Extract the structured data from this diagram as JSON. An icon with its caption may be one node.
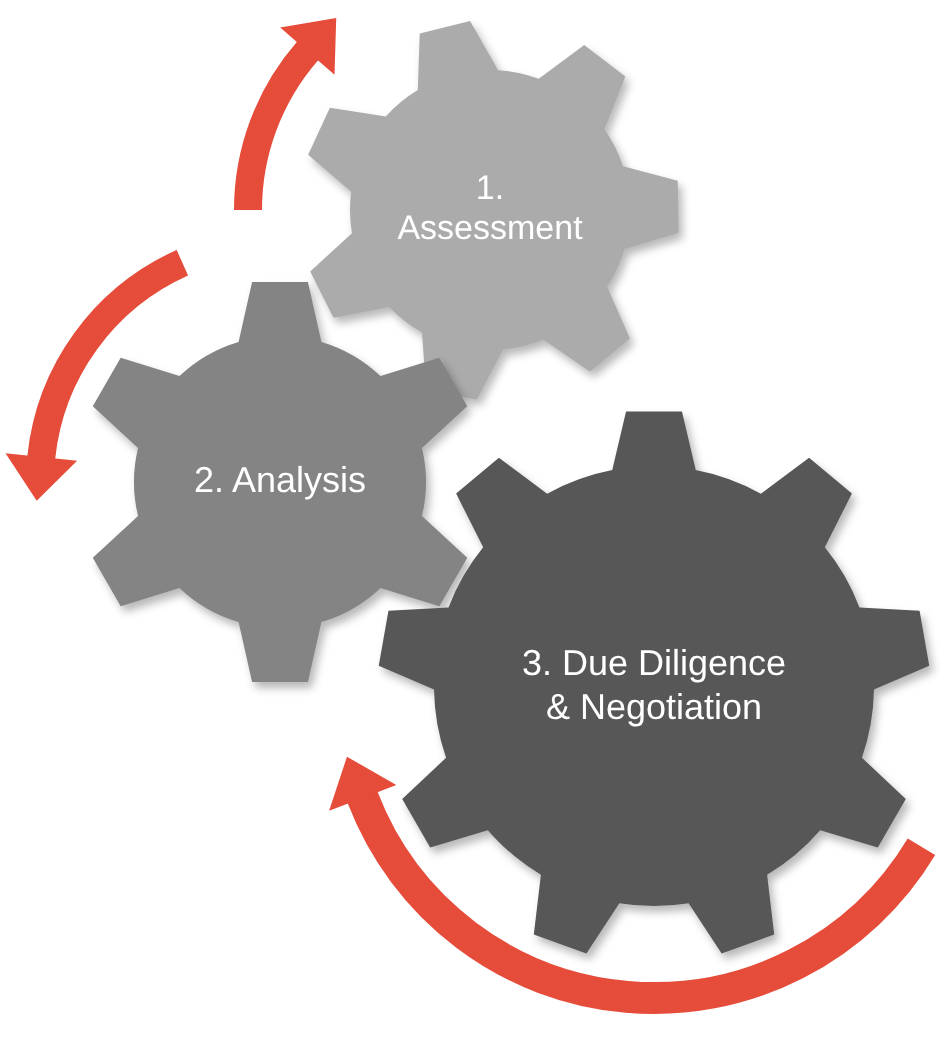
{
  "diagram": {
    "nodes": [
      {
        "text": [
          "1. Assessment"
        ]
      },
      {
        "text": [
          "2. Analysis"
        ]
      },
      {
        "text": [
          "3. Due Diligence & Negotiation"
        ]
      }
    ]
  }
}
